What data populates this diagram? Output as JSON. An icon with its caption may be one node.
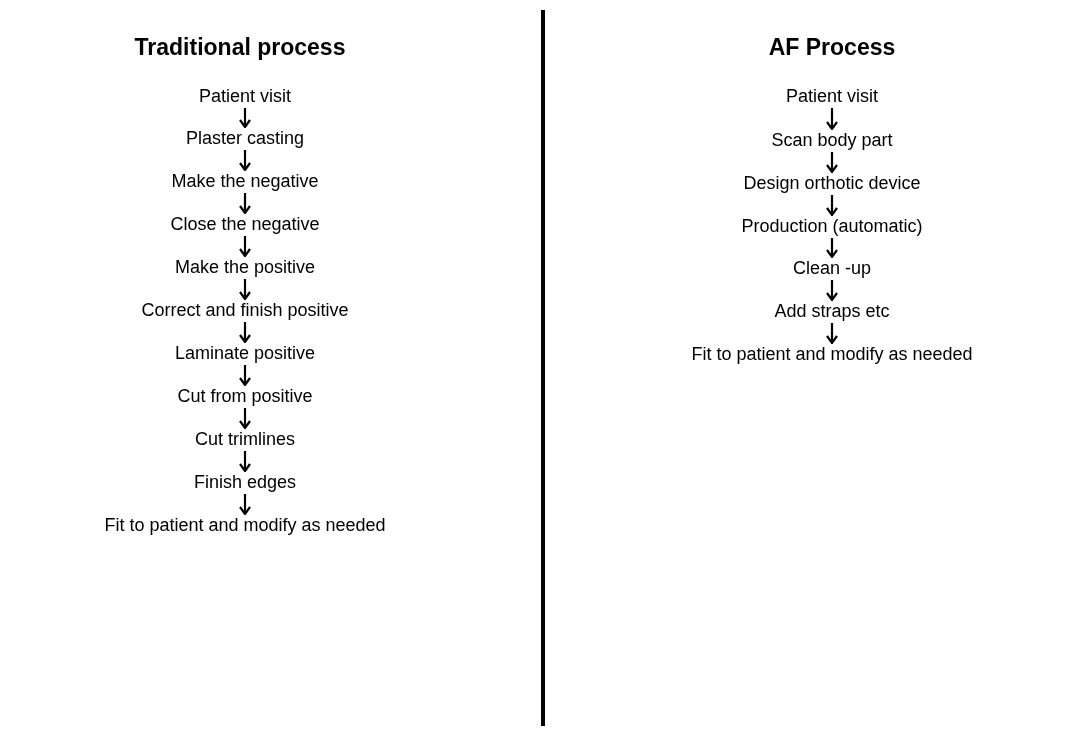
{
  "diagram": {
    "nodes": [
      {
        "text": [
          "Patient visit"
        ]
      },
      {
        "text": [
          "Plaster casting"
        ]
      },
      {
        "text": [
          "Make the negative"
        ]
      },
      {
        "text": [
          "Close the negative"
        ]
      },
      {
        "text": [
          "Make the positive"
        ]
      },
      {
        "text": [
          "Correct and finish positive"
        ]
      },
      {
        "text": [
          "Laminate  positive"
        ]
      },
      {
        "text": [
          "Cut from positive"
        ]
      },
      {
        "text": [
          "Cut trimlines"
        ]
      },
      {
        "text": [
          "Finish edges"
        ]
      },
      {
        "text": [
          "Fit to patient and modify as needed"
        ]
      },
      {
        "text": [
          "Patient visit"
        ]
      },
      {
        "text": [
          "Scan body part"
        ]
      },
      {
        "text": [
          "Design orthotic device"
        ]
      },
      {
        "text": [
          "Production (automatic)"
        ]
      },
      {
        "text": [
          "Clean -up"
        ]
      },
      {
        "text": [
          "Add straps etc"
        ]
      },
      {
        "text": [
          "Fit to patient and modify as needed"
        ]
      }
    ],
    "edges": [
      {
        "from": 0,
        "to": 1,
        "arrow": "to"
      },
      {
        "from": 1,
        "to": 2,
        "arrow": "to"
      },
      {
        "from": 2,
        "to": 3,
        "arrow": "to"
      },
      {
        "from": 3,
        "to": 4,
        "arrow": "to"
      },
      {
        "from": 4,
        "to": 5,
        "arrow": "to"
      },
      {
        "from": 5,
        "to": 6,
        "arrow": "to"
      },
      {
        "from": 6,
        "to": 7,
        "arrow": "to"
      },
      {
        "from": 7,
        "to": 8,
        "arrow": "to"
      },
      {
        "from": 8,
        "to": 9,
        "arrow": "to"
      },
      {
        "from": 9,
        "to": 10,
        "arrow": "to"
      },
      {
        "from": 11,
        "to": 12,
        "arrow": "to"
      },
      {
        "from": 12,
        "to": 13,
        "arrow": "to"
      },
      {
        "from": 13,
        "to": 14,
        "arrow": "to"
      },
      {
        "from": 14,
        "to": 15,
        "arrow": "to"
      },
      {
        "from": 15,
        "to": 16,
        "arrow": "to"
      },
      {
        "from": 16,
        "to": 17,
        "arrow": "to"
      }
    ],
    "labels": [
      "Traditional process",
      "AF Process"
    ]
  }
}
